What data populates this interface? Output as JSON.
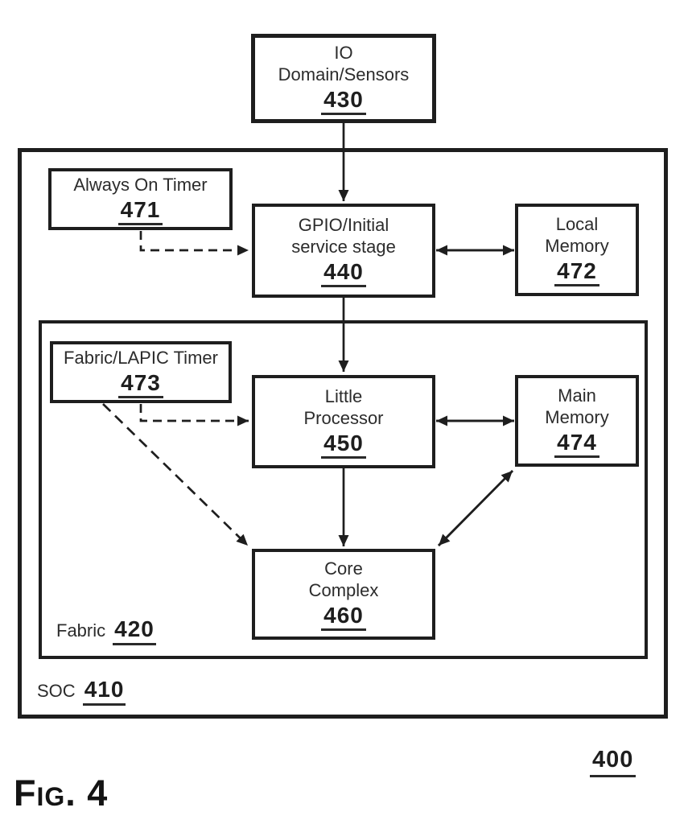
{
  "figure": {
    "caption": "Fig. 4",
    "overall_ref": "400"
  },
  "colors": {
    "ink": "#1e1e1e",
    "paper": "#ffffff"
  },
  "containers": {
    "soc": {
      "label": "SOC",
      "ref": "410"
    },
    "fabric": {
      "label": "Fabric",
      "ref": "420"
    }
  },
  "nodes": {
    "io_domain": {
      "line1": "IO",
      "line2": "Domain/Sensors",
      "ref": "430"
    },
    "always_on_timer": {
      "line1": "Always On Timer",
      "ref": "471"
    },
    "gpio": {
      "line1": "GPIO/Initial",
      "line2": "service stage",
      "ref": "440"
    },
    "local_memory": {
      "line1": "Local",
      "line2": "Memory",
      "ref": "472"
    },
    "fabric_lapic_timer": {
      "line1": "Fabric/LAPIC Timer",
      "ref": "473"
    },
    "little_processor": {
      "line1": "Little",
      "line2": "Processor",
      "ref": "450"
    },
    "main_memory": {
      "line1": "Main",
      "line2": "Memory",
      "ref": "474"
    },
    "core_complex": {
      "line1": "Core",
      "line2": "Complex",
      "ref": "460"
    }
  },
  "edges": [
    {
      "from": "430",
      "to": "440",
      "style": "solid",
      "direction": "one-way"
    },
    {
      "from": "440",
      "to": "450",
      "style": "solid",
      "direction": "one-way"
    },
    {
      "from": "450",
      "to": "460",
      "style": "solid",
      "direction": "one-way"
    },
    {
      "from": "440",
      "to": "472",
      "style": "solid",
      "direction": "two-way"
    },
    {
      "from": "450",
      "to": "474",
      "style": "solid",
      "direction": "two-way"
    },
    {
      "from": "460",
      "to": "474",
      "style": "solid",
      "direction": "two-way"
    },
    {
      "from": "471",
      "to": "440",
      "style": "dashed",
      "direction": "one-way"
    },
    {
      "from": "473",
      "to": "450",
      "style": "dashed",
      "direction": "one-way"
    },
    {
      "from": "473",
      "to": "460",
      "style": "dashed",
      "direction": "one-way"
    }
  ]
}
